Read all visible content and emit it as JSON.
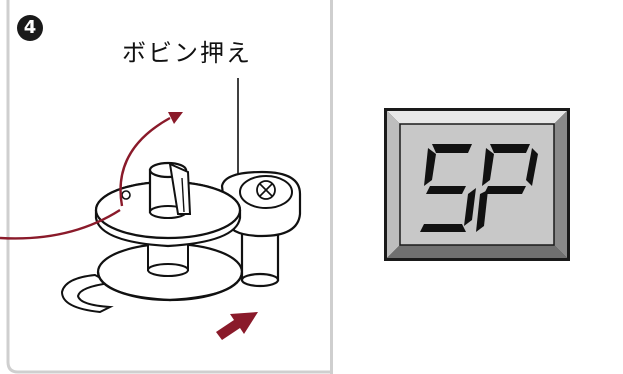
{
  "step": {
    "number": "4"
  },
  "label": {
    "text": "ボビン押え"
  },
  "display": {
    "text": "SP"
  },
  "colors": {
    "thread": "#8a1a2a",
    "frame_outer": "#1a1a1a",
    "frame_bevel_light": "#e8e8e8",
    "frame_bevel_dark": "#707070",
    "lcd": "#c8c8c8",
    "panel_border": "#cfcfcf"
  }
}
